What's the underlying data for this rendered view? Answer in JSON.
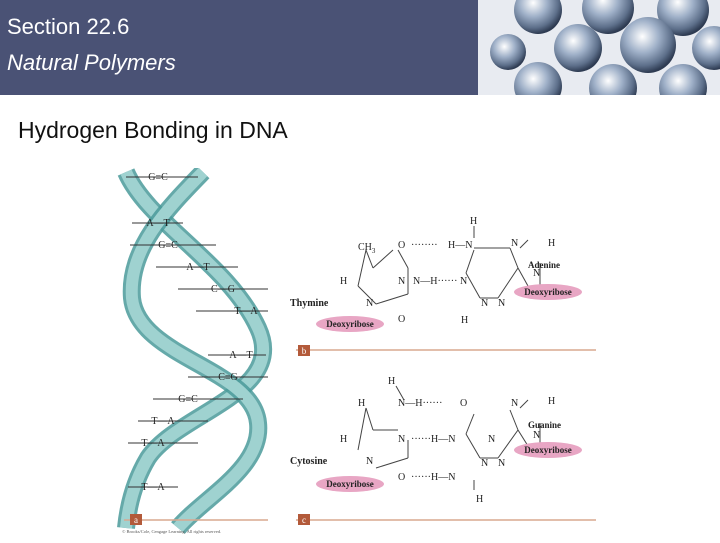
{
  "header": {
    "section": "Section 22.6",
    "subtitle": "Natural Polymers"
  },
  "slide_title": "Hydrogen Bonding in DNA",
  "helix_pairs": [
    "G≡C",
    "A—T",
    "G≡C",
    "A—T",
    "C—G",
    "T—A",
    "A—T",
    "C≡G",
    "G≡C",
    "T—A",
    "T—A",
    "T—A"
  ],
  "panel_b": {
    "h_top": "H",
    "ch3": "CH",
    "ch3_sub": "3",
    "o_top": "O",
    "dots_top": "········",
    "hn_top": "H—N",
    "n_ring": "N",
    "h_ring": "H",
    "h_left": "H",
    "n_mid_l": "N",
    "nh_mid": "N—H······",
    "n_mid_r": "N",
    "n_ring2": "N",
    "adenine": "Adenine",
    "thymine": "Thymine",
    "n_low": "N",
    "n_low2": "N",
    "eq_n": "N",
    "o_low": "O",
    "h_low": "H",
    "deoxy_left": "Deoxyribose",
    "deoxy_right": "Deoxyribose",
    "label": "b"
  },
  "panel_c": {
    "h_top": "H",
    "h_left1": "H",
    "nh_top": "N—H······",
    "o_top": "O",
    "n_ring": "N",
    "h_ring": "H",
    "h_left2": "H",
    "n_mid": "N",
    "dots_mid": "······H—N",
    "n_mid_r": "N",
    "guanine": "Guanine",
    "cytosine": "Cytosine",
    "n_low": "N",
    "n_low_r": "N",
    "eq_n": "N",
    "o_low": "O",
    "hn_low": "······H—N",
    "h_bottom": "H",
    "deoxy_left": "Deoxyribose",
    "deoxy_right": "Deoxyribose",
    "label": "c"
  },
  "panel_a_label": "a",
  "credit": "© Brooks/Cole, Cengage Learning. All rights reserved."
}
